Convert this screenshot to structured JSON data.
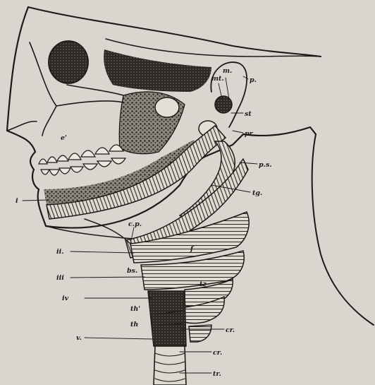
{
  "diagram": {
    "labels": {
      "m": "m.",
      "mt": "mt.",
      "p": "p.",
      "st": "st",
      "pr": "pr",
      "ps": "p.s.",
      "tg": "tg.",
      "e": "e'",
      "i": "i",
      "cp": "c.p.",
      "ii": "ii.",
      "f": "f",
      "bs": "bs.",
      "iii": "iii",
      "iv": "iv",
      "tz": "tz",
      "th1": "th'",
      "th2": "th",
      "v": "v.",
      "cr": "cr.",
      "cr2": "cr.",
      "tr": "tr."
    },
    "colors": {
      "paper": "#d9d6cf",
      "ink": "#1c1a17",
      "shade": "#3a3631",
      "hatch": "#2a2723"
    }
  }
}
